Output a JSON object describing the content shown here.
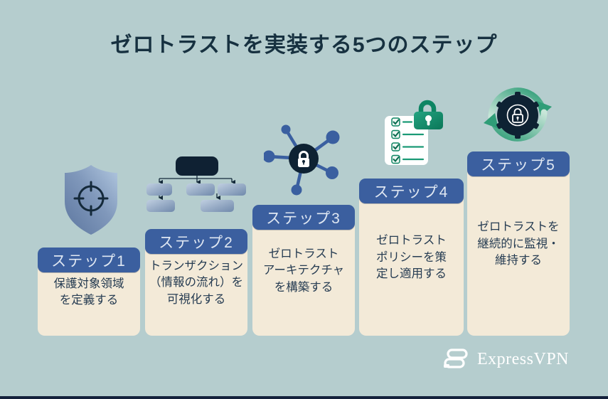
{
  "title": "ゼロトラストを実装する5つのステップ",
  "colors": {
    "background": "#b5cdce",
    "header_blue": "#3b5f9f",
    "panel_cream": "#f3ead8",
    "title_navy": "#173140",
    "body_text": "#263c52",
    "icon_dark_navy": "#0e2233",
    "icon_node_blue": "#3a5fa0",
    "icon_green": "#1b9a76",
    "header_text": "#dfe7f2",
    "bottom_strip": "#14213b"
  },
  "steps": [
    {
      "label": "ステップ1",
      "icon": "shield-target-icon",
      "desc_lines": [
        "保護対象領域",
        "を定義する"
      ]
    },
    {
      "label": "ステップ2",
      "icon": "flowchart-icon",
      "desc_lines": [
        "トランザクション",
        "（情報の流れ）を",
        "可視化する"
      ]
    },
    {
      "label": "ステップ3",
      "icon": "network-lock-icon",
      "desc_lines": [
        "ゼロトラスト",
        "アーキテクチャ",
        "を構築する"
      ]
    },
    {
      "label": "ステップ4",
      "icon": "checklist-lock-icon",
      "desc_lines": [
        "ゼロトラスト",
        "ポリシーを策",
        "定し適用する"
      ]
    },
    {
      "label": "ステップ5",
      "icon": "cycle-lock-icon",
      "desc_lines": [
        "ゼロトラストを",
        "継続的に監視・",
        "維持する"
      ]
    }
  ],
  "footer": {
    "brand": "ExpressVPN"
  }
}
